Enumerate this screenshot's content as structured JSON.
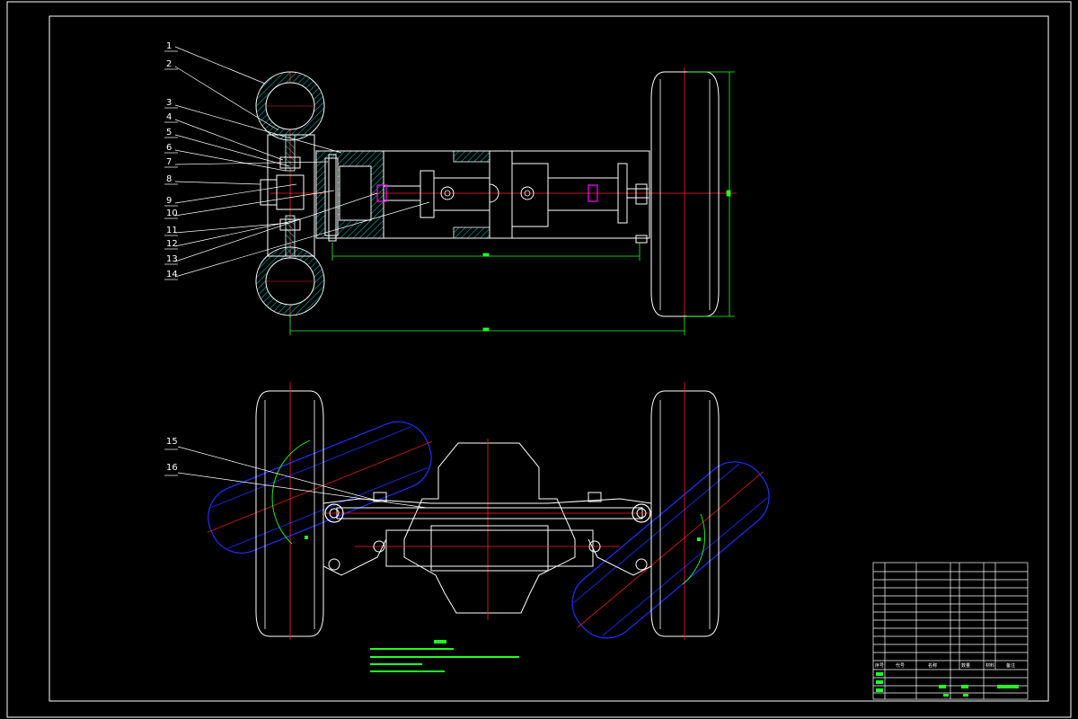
{
  "colors": {
    "background": "#000000",
    "outline": "#ffffff",
    "centerline": "#ff2020",
    "dimension": "#22ff22",
    "hatch": "#00cccc",
    "alt_position": "#2030ff",
    "highlight": "#ff00ff",
    "arc": "#22ff22"
  },
  "part_labels": [
    "1",
    "2",
    "3",
    "4",
    "5",
    "6",
    "7",
    "8",
    "9",
    "10",
    "11",
    "12",
    "13",
    "14"
  ],
  "lower_labels": [
    "15",
    "16"
  ],
  "title_block": {
    "header": [
      "序号",
      "代号",
      "名称",
      "数量",
      "材料",
      "备注"
    ]
  }
}
